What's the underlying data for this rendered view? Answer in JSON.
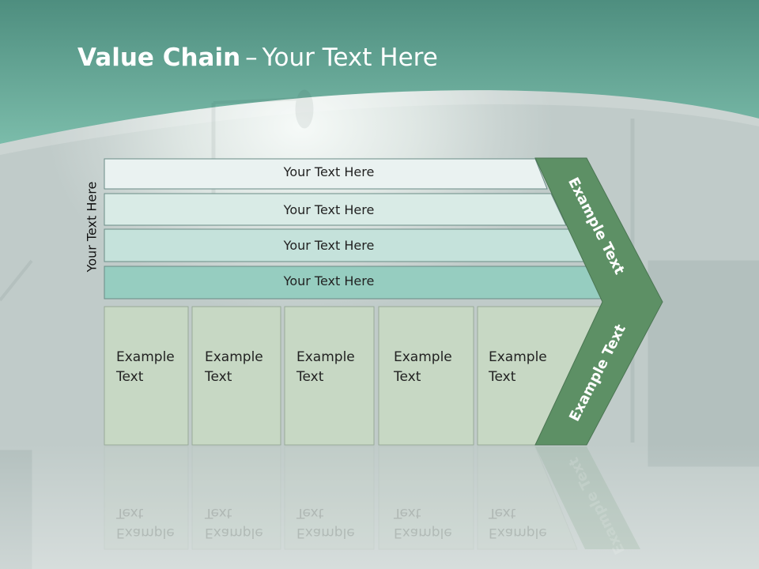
{
  "slide": {
    "title_bold": "Value Chain",
    "title_sep": "–",
    "title_rest": "Your Text Here",
    "side_label": "Your Text Here",
    "bands": [
      {
        "label": "Your Text Here",
        "fill": "#eaf2f1"
      },
      {
        "label": "Your Text Here",
        "fill": "#d9ebe6"
      },
      {
        "label": "Your Text Here",
        "fill": "#c5e2db"
      },
      {
        "label": "Your Text Here",
        "fill": "#96cdc0"
      }
    ],
    "boxes": [
      {
        "line1": "Example",
        "line2": "Text"
      },
      {
        "line1": "Example",
        "line2": "Text"
      },
      {
        "line1": "Example",
        "line2": "Text"
      },
      {
        "line1": "Example",
        "line2": "Text"
      },
      {
        "line1": "Example",
        "line2": "Text"
      }
    ],
    "arrow_upper_label": "Example Text",
    "arrow_lower_label": "Example Text",
    "colors": {
      "header_teal": "#5ea493",
      "box_fill": "#c7d8c4",
      "arrow_green": "#5d9065",
      "band_border": "#6a8c86"
    }
  }
}
